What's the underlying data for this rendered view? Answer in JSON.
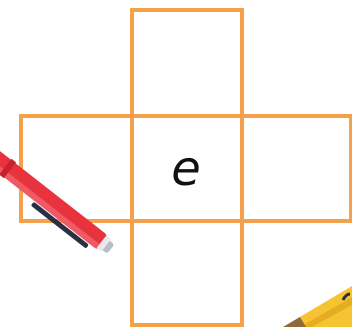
{
  "net": {
    "center_letter": "e",
    "line_color": "#F5A04A",
    "cells": [
      "top",
      "left",
      "center",
      "right",
      "bottom"
    ]
  },
  "decorations": {
    "pen": {
      "icon": "red-pen-icon",
      "color": "#E8333F"
    },
    "pencil": {
      "icon": "yellow-pencil-icon",
      "color": "#F6C432"
    }
  }
}
